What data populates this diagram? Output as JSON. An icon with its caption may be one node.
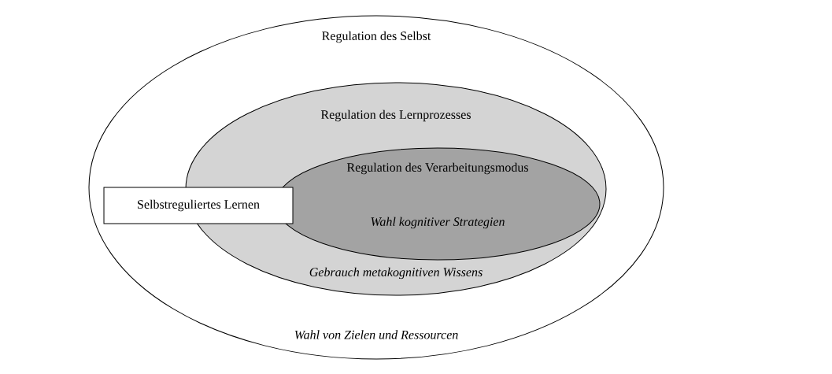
{
  "diagram": {
    "nodes": [
      {
        "text": [
          "Regulation des Selbst",
          "Wahl von Zielen und Ressourcen"
        ]
      },
      {
        "text": [
          "Regulation des Lernprozesses",
          "Gebrauch metakognitiven Wissens"
        ],
        "in": 0
      },
      {
        "text": [
          "Regulation des Verarbeitungsmodus",
          "Wahl kognitiver Strategien"
        ],
        "in": 1
      },
      {
        "text": [
          "Selbstreguliertes Lernen"
        ],
        "in": 0
      }
    ]
  }
}
